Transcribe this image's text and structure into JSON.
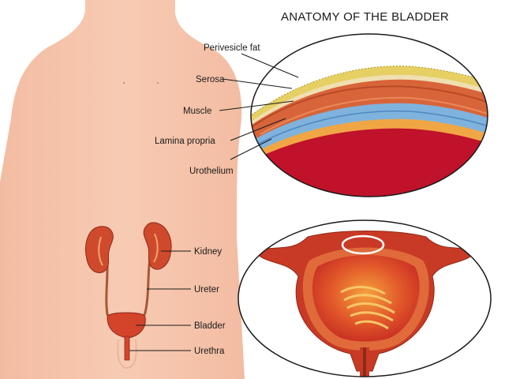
{
  "title": "ANATOMY OF THE BLADDER",
  "wall_layer_labels": [
    "Perivesicle fat",
    "Serosa",
    "Muscle",
    "Lamina propria",
    "Urothelium"
  ],
  "urinary_tract_labels": [
    "Kidney",
    "Ureter",
    "Bladder",
    "Urethra"
  ],
  "colors": {
    "background": "#ffffff",
    "skin": "#f5c4aa",
    "fat": "#e6cf63",
    "muscle": "#d8643a",
    "lamina_propria": "#7fb3dd",
    "urothelium": "#f0a645",
    "lumen": "#c0122a",
    "organ_red": "#d2442c",
    "highlight_ring": "#ffffff"
  }
}
